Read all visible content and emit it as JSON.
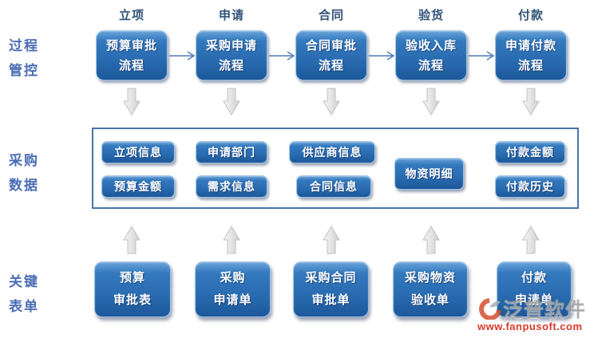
{
  "columns": [
    "立项",
    "申请",
    "合同",
    "验货",
    "付款"
  ],
  "side_labels": {
    "process": [
      "过程",
      "管控"
    ],
    "data": [
      "采购",
      "数据"
    ],
    "forms": [
      "关键",
      "表单"
    ]
  },
  "process_boxes": [
    {
      "line1": "预算审批",
      "line2": "流程"
    },
    {
      "line1": "采购申请",
      "line2": "流程"
    },
    {
      "line1": "合同审批",
      "line2": "流程"
    },
    {
      "line1": "验收入库",
      "line2": "流程"
    },
    {
      "line1": "申请付款",
      "line2": "流程"
    }
  ],
  "data_boxes": {
    "project_info": "立项信息",
    "budget_amount": "预算金额",
    "request_dept": "申请部门",
    "demand_info": "需求信息",
    "supplier_info": "供应商信息",
    "contract_info": "合同信息",
    "material_detail": "物资明细",
    "payment_amount": "付款金额",
    "payment_history": "付款历史"
  },
  "form_boxes": [
    {
      "line1": "预算",
      "line2": "审批表"
    },
    {
      "line1": "采购",
      "line2": "申请单"
    },
    {
      "line1": "采购合同",
      "line2": "审批单"
    },
    {
      "line1": "采购物资",
      "line2": "验收单"
    },
    {
      "line1": "付款",
      "line2": "申请单"
    }
  ],
  "watermark": {
    "brand": "泛普软件",
    "url": "www.fanpusoft.com"
  },
  "colors": {
    "box_blue": "#2e74b6",
    "box_border": "#9cc2e5",
    "panel_border": "#4575ad",
    "flow_arrow_blue": "#4d7ab8",
    "block_arrow_gray": "#e0e0e0",
    "column_header_text": "#2f5378",
    "side_label_text": "#4a6db4",
    "watermark_url_red": "#d93a2b"
  }
}
